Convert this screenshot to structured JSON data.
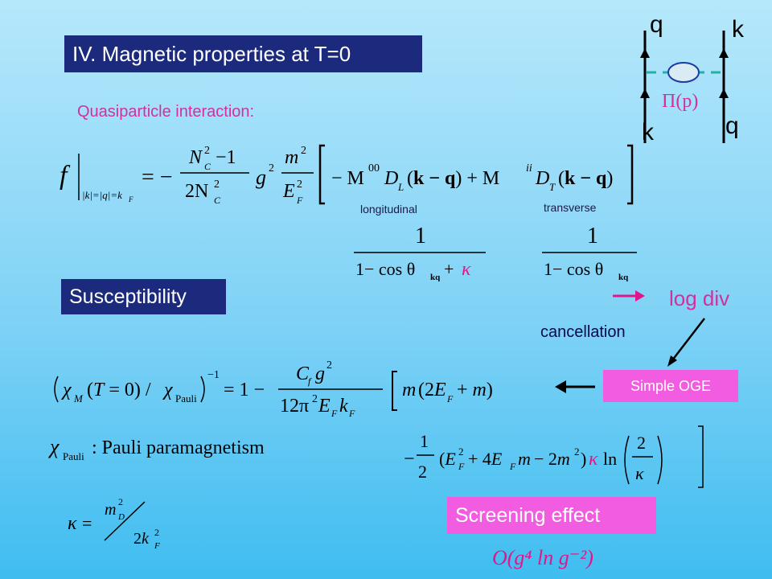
{
  "title": "IV. Magnetic properties at T=0",
  "quasiparticle_label": "Quasiparticle interaction:",
  "susceptibility_label": "Susceptibility",
  "longitudinal_label": "longitudinal",
  "transverse_label": "transverse",
  "log_div_label": "log div",
  "cancellation_label": "cancellation",
  "simple_oge_label": "Simple OGE",
  "screening_label": "Screening effect",
  "diagram": {
    "q_top": "q",
    "k_top": "k",
    "k_bottom": "k",
    "q_bottom": "q",
    "propagator": "Π(p)"
  },
  "equations": {
    "pauli_text": ": Pauli paramagnetism",
    "order": "O(g⁴ ln g⁻²)"
  },
  "colors": {
    "title_bg": "#1b2a7c",
    "accent_pink": "#f25ce0",
    "text_magenta": "#d42fa0"
  }
}
